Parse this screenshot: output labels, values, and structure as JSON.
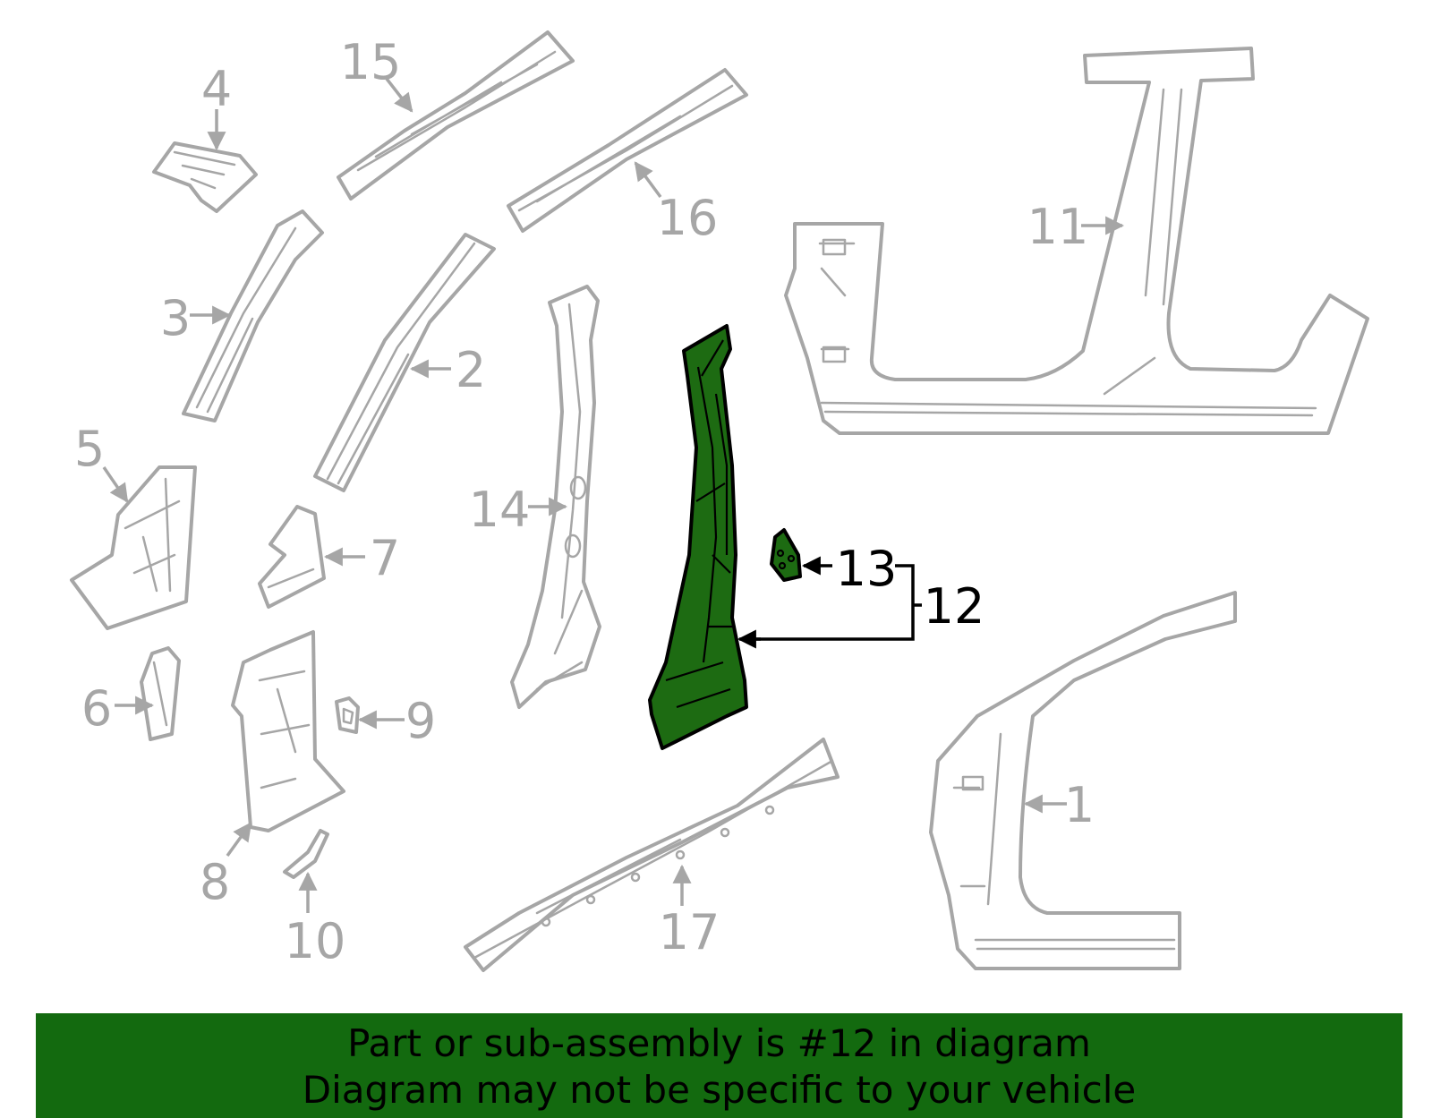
{
  "labels": {
    "p1": "1",
    "p2": "2",
    "p3": "3",
    "p4": "4",
    "p5": "5",
    "p6": "6",
    "p7": "7",
    "p8": "8",
    "p9": "9",
    "p10": "10",
    "p11": "11",
    "p12": "12",
    "p13": "13",
    "p14": "14",
    "p15": "15",
    "p16": "16",
    "p17": "17"
  },
  "highlight_color": "#1d6b12",
  "banner": {
    "line1": "Part or sub-assembly is #12 in diagram",
    "line2": "Diagram may not be specific to your vehicle",
    "color": "#136a0f"
  }
}
